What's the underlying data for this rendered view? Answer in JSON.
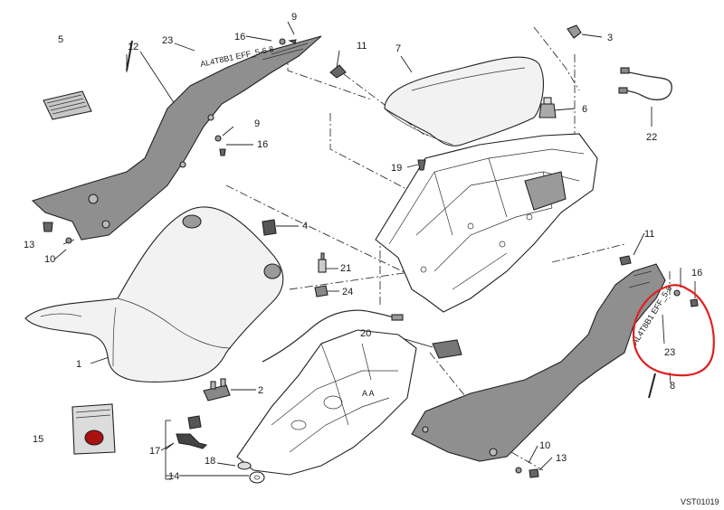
{
  "diagram_code": "VST01019",
  "callouts": [
    "1",
    "2",
    "3",
    "4",
    "5",
    "6",
    "7",
    "8",
    "9",
    "9",
    "10",
    "10",
    "11",
    "11",
    "12",
    "13",
    "13",
    "14",
    "15",
    "16",
    "16",
    "16",
    "17",
    "18",
    "19",
    "20",
    "21",
    "22",
    "23",
    "23",
    "24"
  ],
  "highlight_color": "#e02020",
  "part_colors": {
    "panel_fill": "#8f8f8f",
    "seat_fill": "#f2f2f2",
    "line": "#222222"
  }
}
